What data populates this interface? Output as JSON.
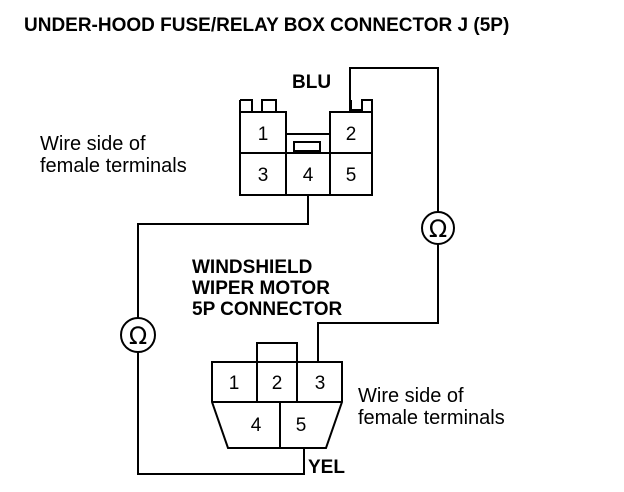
{
  "title": "UNDER-HOOD FUSE/RELAY BOX CONNECTOR J (5P)",
  "upper_connector": {
    "wire_color": "BLU",
    "side_label_line1": "Wire side of",
    "side_label_line2": "female terminals",
    "pins": [
      "1",
      "2",
      "3",
      "4",
      "5"
    ]
  },
  "lower_connector": {
    "name_line1": "WINDSHIELD",
    "name_line2": "WIPER MOTOR",
    "name_line3": "5P CONNECTOR",
    "wire_color": "YEL",
    "side_label_line1": "Wire side of",
    "side_label_line2": "female terminals",
    "pins": [
      "1",
      "2",
      "3",
      "4",
      "5"
    ]
  },
  "meters": {
    "symbol": "Ω"
  }
}
